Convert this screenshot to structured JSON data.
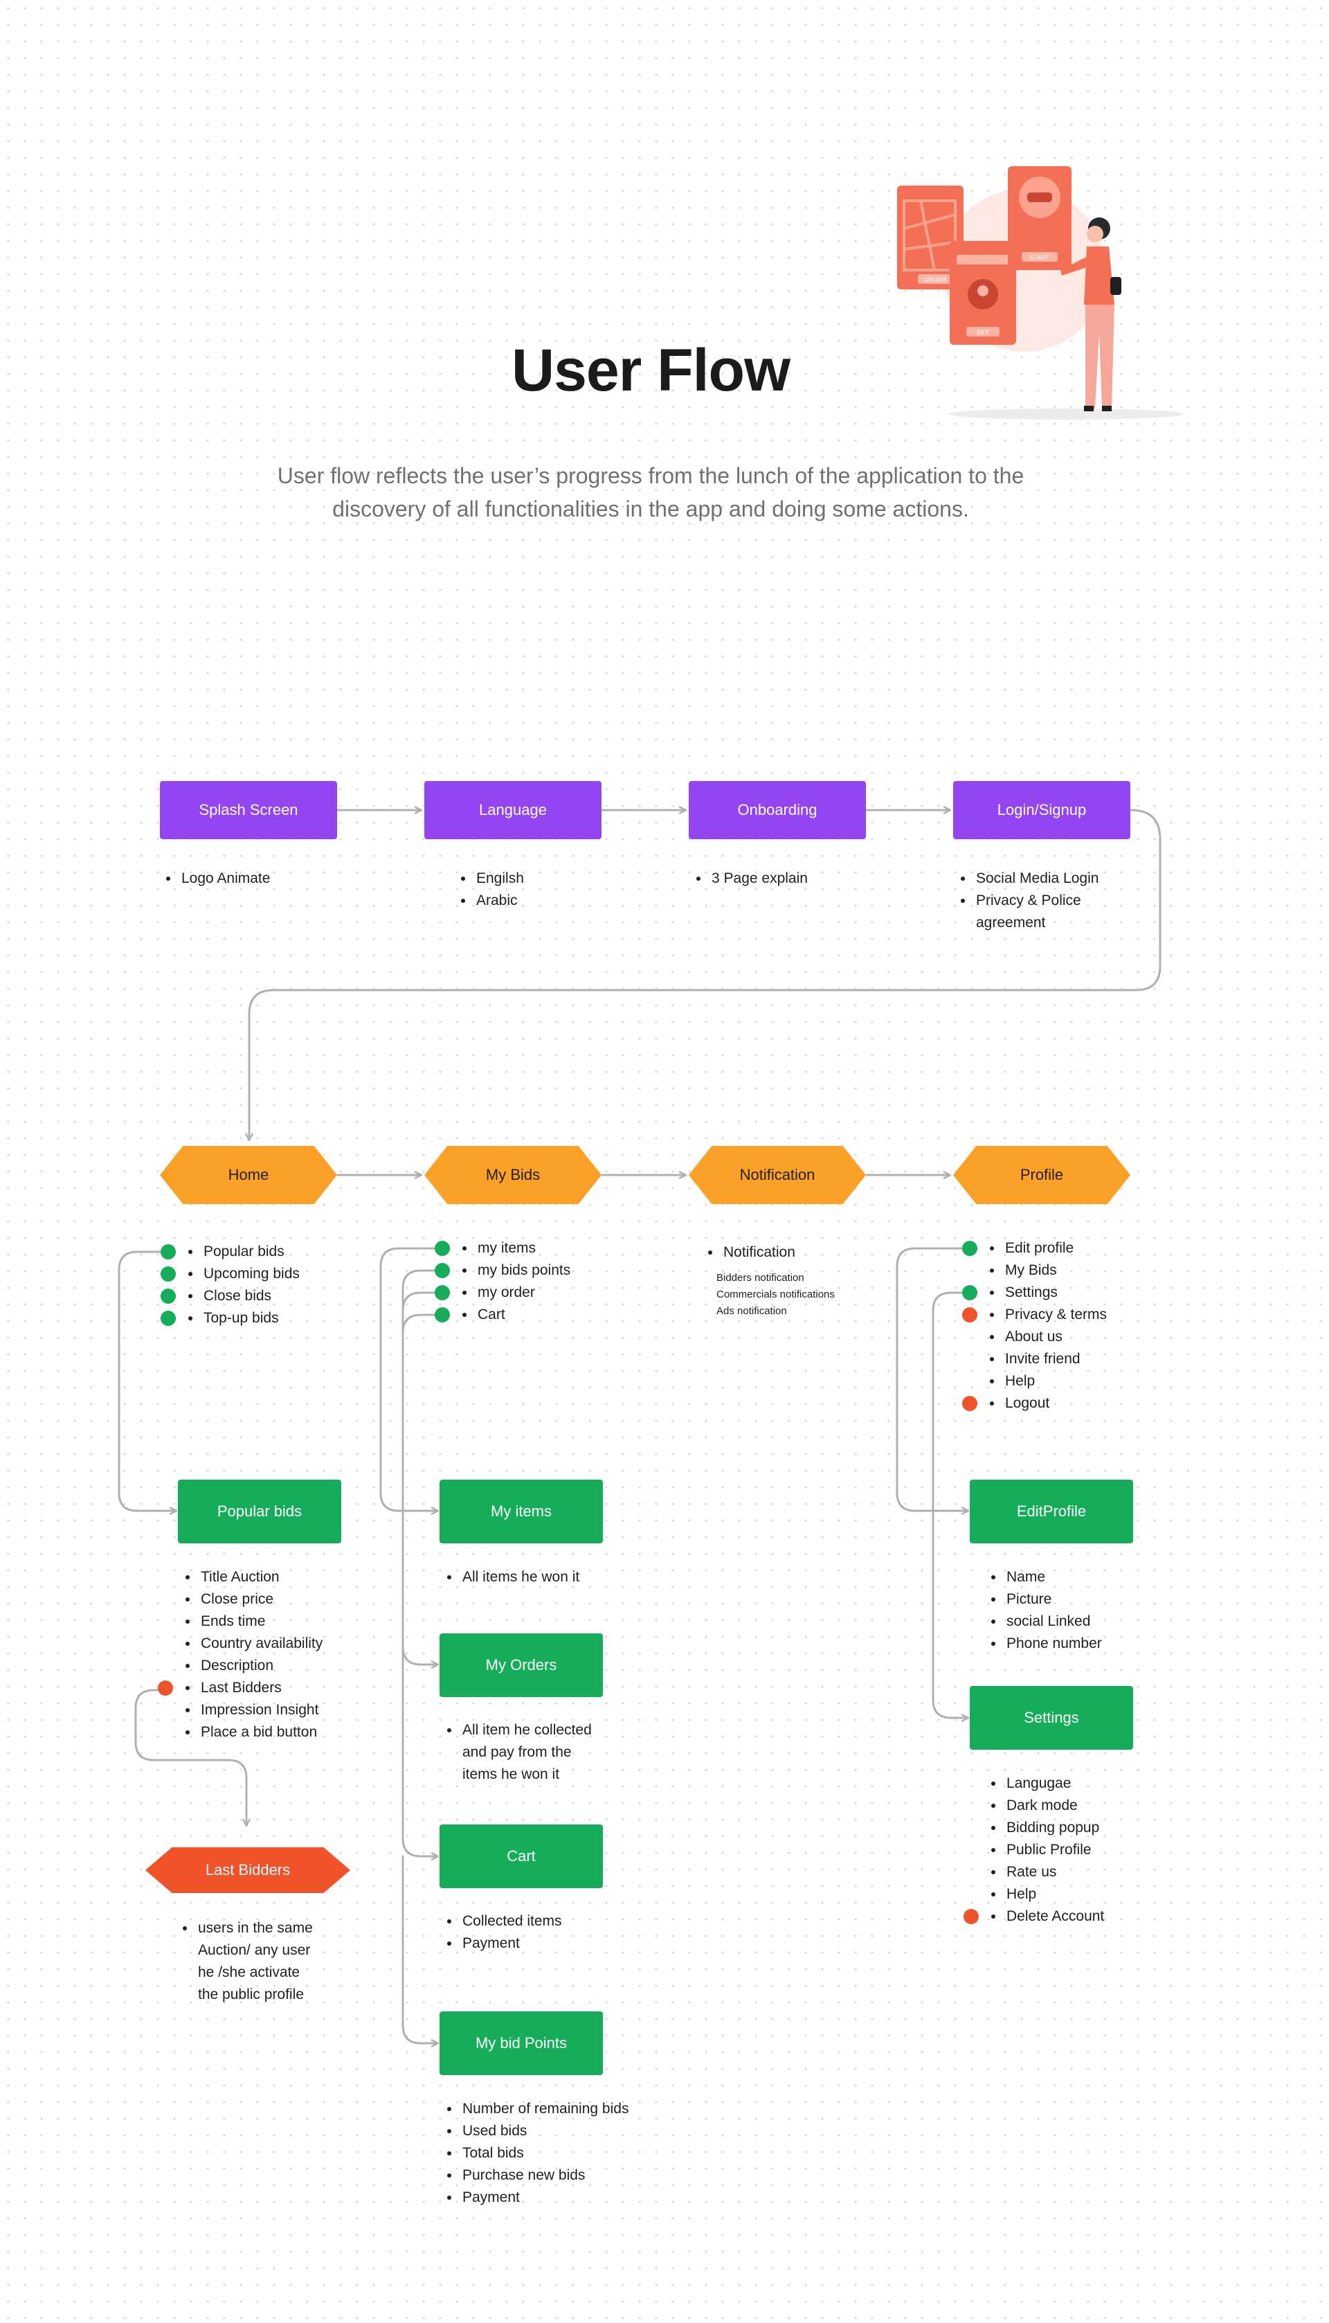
{
  "header": {
    "title": "User Flow",
    "subtitle_line1": "User flow reflects the user’s progress from the lunch of the application to the",
    "subtitle_line2": "discovery of all functionalities in the app and doing some actions."
  },
  "illustration": {
    "order_label": "ORDER",
    "set_label": "SET",
    "start_label": "START"
  },
  "colors": {
    "screen": "#9445f2",
    "main_section": "#fba127",
    "sub_screen": "#16ad5a",
    "highlight": "#f0522a",
    "connector": "#b0b0b0"
  },
  "row1": {
    "splash": {
      "label": "Splash Screen",
      "items": [
        "Logo Animate"
      ]
    },
    "language": {
      "label": "Language",
      "items": [
        "Engilsh",
        "Arabic"
      ]
    },
    "onboarding": {
      "label": "Onboarding",
      "items": [
        "3 Page explain"
      ]
    },
    "login": {
      "label": "Login/Signup",
      "items": [
        "Social Media Login",
        "Privacy & Police",
        "agreement"
      ]
    }
  },
  "row2": {
    "home": {
      "label": "Home",
      "items": [
        "Popular bids",
        "Upcoming bids",
        "Close bids",
        "Top-up bids"
      ]
    },
    "mybids": {
      "label": "My Bids",
      "items": [
        "my items",
        "my bids points",
        "my order",
        "Cart"
      ]
    },
    "notification": {
      "label": "Notification",
      "heading": "Notification",
      "items": [
        "Bidders notification",
        "Commercials notifications",
        "Ads notification"
      ]
    },
    "profile": {
      "label": "Profile",
      "items": [
        "Edit profile",
        "My Bids",
        "Settings",
        "Privacy & terms",
        "About us",
        "Invite friend",
        "Help",
        "Logout"
      ]
    }
  },
  "sub": {
    "popular": {
      "label": "Popular bids",
      "items": [
        "Title Auction",
        "Close price",
        "Ends time",
        "Country availability",
        "Description",
        "Last Bidders",
        "Impression Insight",
        "Place a bid button"
      ]
    },
    "last_bidders": {
      "label": "Last Bidders",
      "items": [
        "users in the same",
        "Auction/ any user",
        "he /she activate",
        "the public profile"
      ]
    },
    "my_items": {
      "label": "My items",
      "items": [
        "All items he won it"
      ]
    },
    "my_orders": {
      "label": "My Orders",
      "items": [
        "All item he collected",
        "and pay from the",
        "items he won it"
      ]
    },
    "cart": {
      "label": "Cart",
      "items": [
        "Collected items",
        "Payment"
      ]
    },
    "bid_points": {
      "label": "My bid Points",
      "items": [
        "Number of remaining bids",
        "Used bids",
        "Total bids",
        "Purchase new bids",
        "Payment"
      ]
    },
    "edit_profile": {
      "label": "EditProfile",
      "items": [
        "Name",
        "Picture",
        "social Linked",
        "Phone number"
      ]
    },
    "settings": {
      "label": "Settings",
      "items": [
        "Langugae",
        "Dark mode",
        "Bidding popup",
        "Public Profile",
        "Rate us",
        "Help",
        "Delete Account"
      ]
    }
  }
}
